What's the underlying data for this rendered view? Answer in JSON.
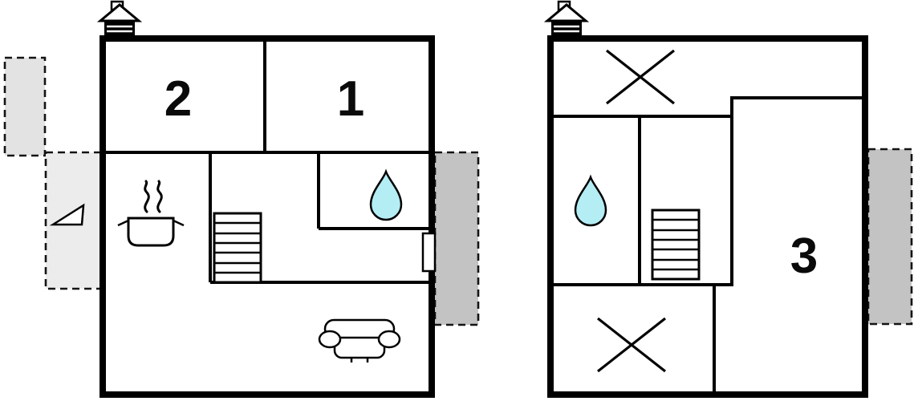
{
  "plans": {
    "left": {
      "rooms": [
        {
          "id": "room-2",
          "label": "2"
        },
        {
          "id": "room-1",
          "label": "1"
        }
      ],
      "icons": [
        "chimney-icon",
        "stove-pot-icon",
        "stairs-icon",
        "water-drop-icon",
        "door-icon",
        "sofa-icon",
        "ramp-triangle-icon"
      ]
    },
    "right": {
      "rooms": [
        {
          "id": "room-3",
          "label": "3"
        }
      ],
      "icons": [
        "chimney-icon",
        "roof-void-cross-icon",
        "water-drop-icon",
        "stairs-icon",
        "roof-void-cross-icon"
      ]
    }
  },
  "colors": {
    "wall": "#000000",
    "water": "#b4edf4",
    "terrace": "#c3c3c3",
    "annex_top": "#e3e3e3",
    "annex_side": "#ececec",
    "background": "#ffffff"
  }
}
